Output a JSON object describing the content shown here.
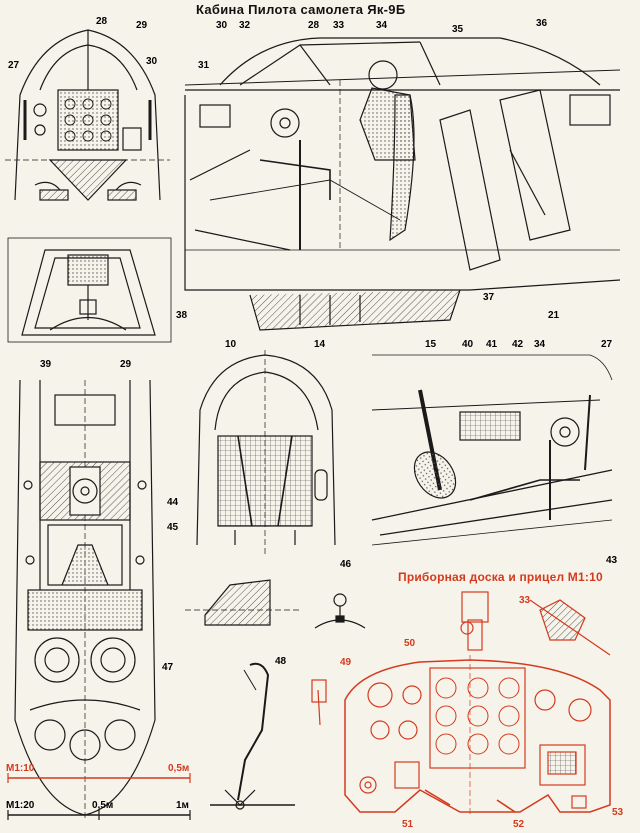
{
  "title": "Кабина Пилота самолета Як-9Б",
  "panel_title": "Приборная доска и прицел М1:10",
  "colors": {
    "ink": "#1a1a1a",
    "accent": "#d43a1e",
    "paper": "#f6f3ea",
    "hatch": "#7a7a7a"
  },
  "callouts_black": [
    "28",
    "29",
    "27",
    "30",
    "30",
    "32",
    "28",
    "33",
    "34",
    "35",
    "36",
    "31",
    "38",
    "39",
    "29",
    "10",
    "14",
    "37",
    "21",
    "15",
    "40",
    "41",
    "42",
    "34",
    "27",
    "44",
    "45",
    "46",
    "43",
    "48",
    "47"
  ],
  "callouts_red": [
    "33",
    "50",
    "49",
    "51",
    "52",
    "53"
  ],
  "scales": [
    {
      "label": "М1:10",
      "mid": "",
      "end": "0,5м"
    },
    {
      "label": "М1:20",
      "mid": "0,5м",
      "end": "1м"
    }
  ]
}
